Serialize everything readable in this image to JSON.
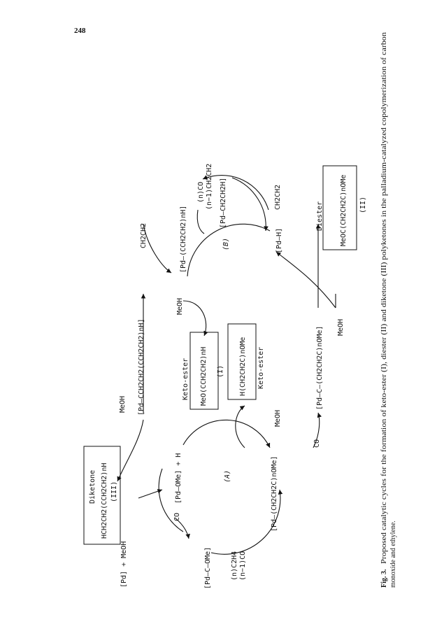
{
  "page_number": "248",
  "caption": {
    "label": "Fig. 3.",
    "line1": "Proposed catalytic cycles for the formation of keto-ester (I), diester (II) and diketone (III) polyketones in the palladium-catalyzed copolymerization of carbon",
    "line2": "monoxide and ethylene."
  },
  "cycle_labels": {
    "a": "(A)",
    "b": "(B)"
  },
  "species": {
    "pd_plus_meoh": "[Pd] + MeOH",
    "pd_ome": "[Pd–OMe] + H",
    "pd_c_ome": "[Pd–C–OMe]",
    "pd_chain_ome": "[Pd–(CH2CH2C)nOMe]",
    "pd_acyl_ome": "[Pd–C–(CH2CH2C)nOMe]",
    "pd_chain_h": "[Pd–(CCH2CH2)nH]",
    "pd_ch2ch2h": "[Pd–CH2CH2H]",
    "pd_h": "[Pd–H]",
    "top_chain": "[Pd–CCH2CH2(CCH2CH2)nH]"
  },
  "reagents": {
    "co_a": "CO",
    "co_mid": "CO",
    "n_co_a": "(n)C2H4",
    "n1_co_a": "(n−1)CO",
    "meoh_top": "MeOH",
    "meoh_a_right": "MeOH",
    "meoh_b_left": "MeOH",
    "meoh_bottom": "MeOH",
    "ch2ch2_top": "CH2CH2",
    "n_co_b": "(n)CO",
    "n1_c2h4_b": "(n−1)CH2CH2",
    "ch2ch2_b": "CH2CH2"
  },
  "products": {
    "diketone_title": "Diketone",
    "diketone_formula": "HCH2CH2(CCH2CH2)nH",
    "diketone_num": "(III)",
    "keto_ester_title_1": "Keto-ester",
    "keto_ester_formula_1": "MeO(CCH2CH2)nH",
    "keto_ester_num": "(I)",
    "keto_ester_formula_2": "H(CH2CH2C)nOMe",
    "keto_ester_title_2": "Keto-ester",
    "diester_title": "Diester",
    "diester_formula": "MeOC(CH2CH2C)nOMe",
    "diester_num": "(II)"
  }
}
